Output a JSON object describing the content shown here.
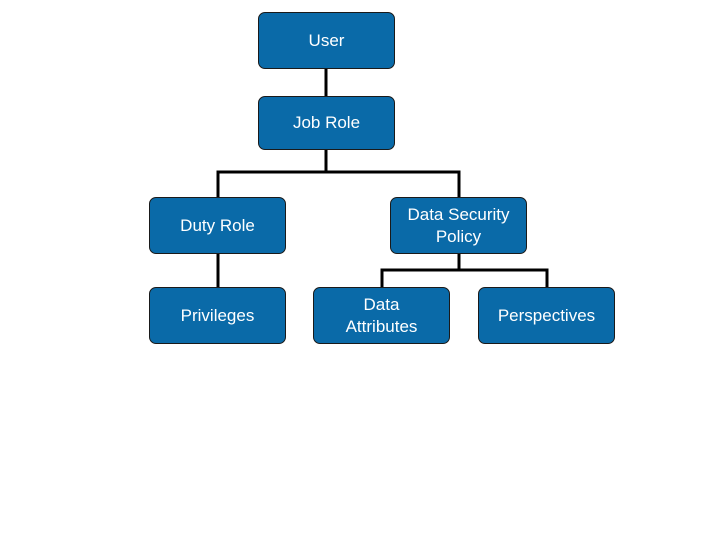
{
  "diagram": {
    "colors": {
      "node_fill": "#0a6aa8",
      "connector": "#000000",
      "node_text": "#ffffff"
    },
    "nodes": {
      "user": "User",
      "job_role": "Job Role",
      "duty_role": "Duty Role",
      "data_security_policy": "Data Security\nPolicy",
      "privileges": "Privileges",
      "data_attributes": "Data\nAttributes",
      "perspectives": "Perspectives"
    },
    "edges": [
      [
        "user",
        "job_role"
      ],
      [
        "job_role",
        "duty_role"
      ],
      [
        "job_role",
        "data_security_policy"
      ],
      [
        "duty_role",
        "privileges"
      ],
      [
        "data_security_policy",
        "data_attributes"
      ],
      [
        "data_security_policy",
        "perspectives"
      ]
    ]
  }
}
